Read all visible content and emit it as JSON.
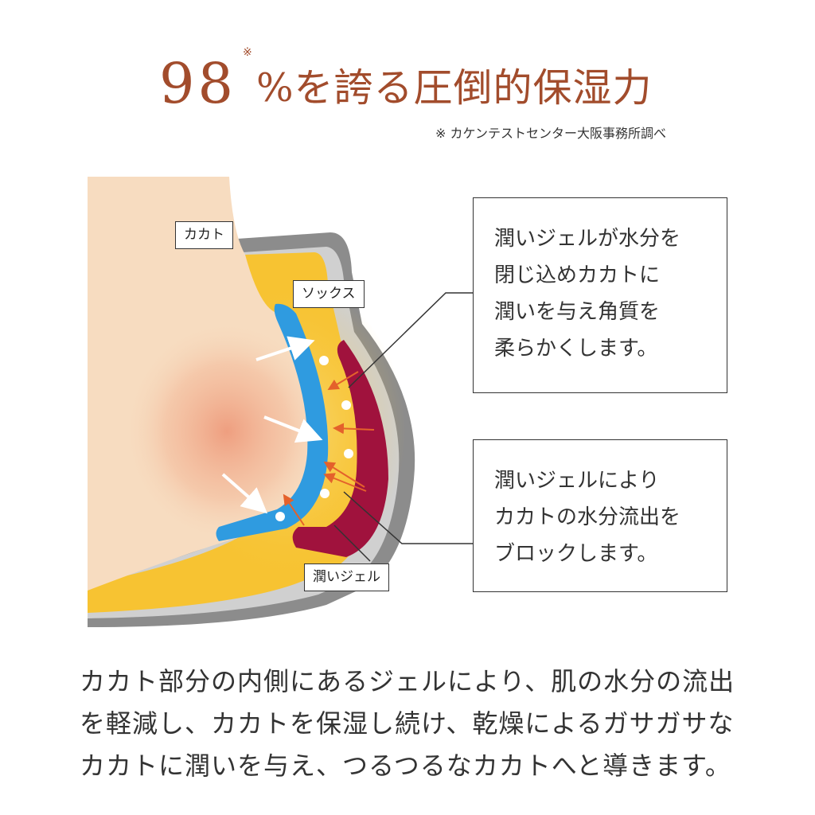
{
  "headline": {
    "number": "98",
    "mark": "※",
    "rest": "%を誇る圧倒的保湿力",
    "note": "※ カケンテストセンター大阪事務所調べ"
  },
  "labels": {
    "kakato": "カカト",
    "socks": "ソックス",
    "gel": "潤いジェル"
  },
  "boxes": [
    {
      "lines": [
        "潤いジェルが水分を",
        "閉じ込めカカトに",
        "潤いを与え角質を",
        "柔らかくします。"
      ]
    },
    {
      "lines": [
        "潤いジェルにより",
        "カカトの水分流出を",
        "ブロックします。"
      ]
    }
  ],
  "description": [
    "カカト部分の内側にあるジェルにより、肌の水分の流出",
    "を軽減し、カカトを保湿し続け、乾燥によるガサガサな",
    "カカトに潤いを与え、つるつるなカカトへと導きます。"
  ],
  "colors": {
    "accent": "#a24c2c",
    "skin": "#f7dcc0",
    "sock": "#f7c332",
    "gel_blue": "#2f9be0",
    "gel_red": "#a0123d"
  }
}
